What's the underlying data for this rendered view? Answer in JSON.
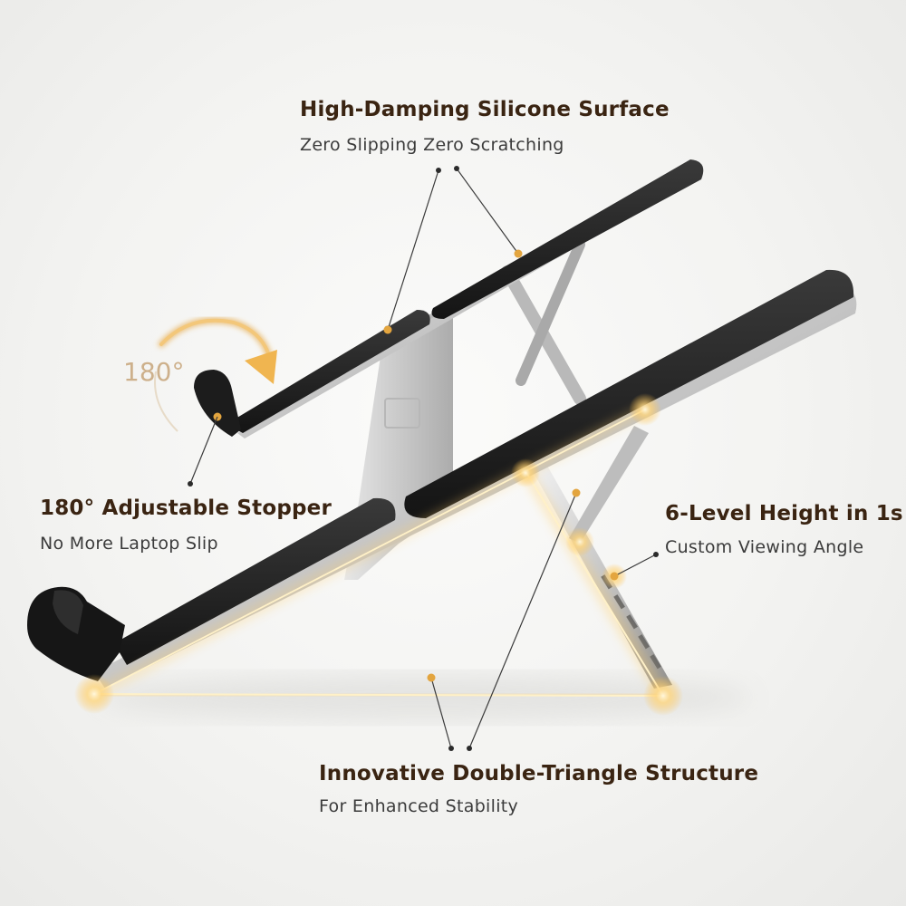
{
  "features": {
    "surface": {
      "title": "High-Damping Silicone Surface",
      "subtitle": "Zero Slipping Zero Scratching"
    },
    "stopper": {
      "title": "180°  Adjustable Stopper",
      "subtitle": "No More Laptop Slip"
    },
    "height": {
      "title": "6-Level Height in 1s",
      "subtitle": "Custom Viewing Angle"
    },
    "structure": {
      "title": "Innovative Double-Triangle Structure",
      "subtitle": "For Enhanced Stability"
    }
  },
  "rotation_badge": "180°",
  "colors": {
    "background": "#f3f3f1",
    "title_text": "#3a2412",
    "subtitle_text": "#3b3b3b",
    "glow_accent": "#f6c56b",
    "callout_dot": "#e3a53f",
    "pad_black": "#1f1f1f",
    "frame_silver": "#c9c9c9"
  },
  "icons": [
    "rotation-arrow-icon",
    "callout-dot-icon"
  ]
}
